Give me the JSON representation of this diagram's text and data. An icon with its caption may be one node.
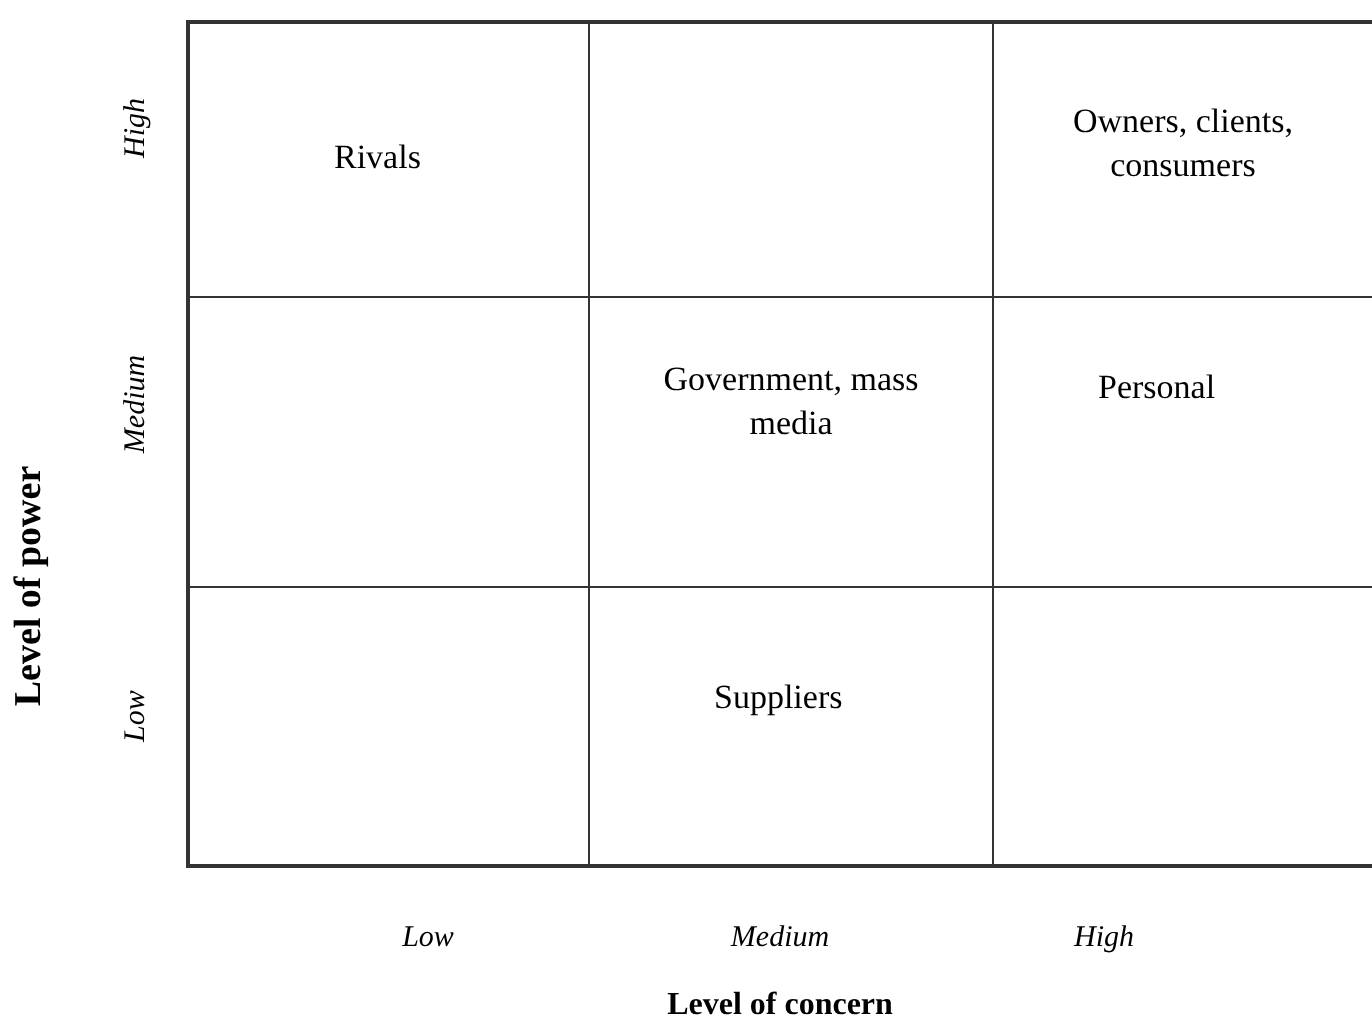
{
  "diagram": {
    "nodes": [
      {
        "text": [
          "Rivals"
        ]
      },
      {
        "text": [],
        "shape": "box"
      },
      {
        "text": [
          "Owners, clients, consumers"
        ]
      },
      {
        "text": [],
        "shape": "box"
      },
      {
        "text": [
          "Government, mass media"
        ]
      },
      {
        "text": [
          "Personal"
        ]
      },
      {
        "text": [],
        "shape": "box"
      },
      {
        "text": [
          "Suppliers"
        ]
      },
      {
        "text": [],
        "shape": "box"
      }
    ],
    "labels": [
      "High",
      "Medium",
      "Low",
      "Level of power",
      "Low",
      "Medium",
      "High",
      "Level of concern"
    ]
  }
}
